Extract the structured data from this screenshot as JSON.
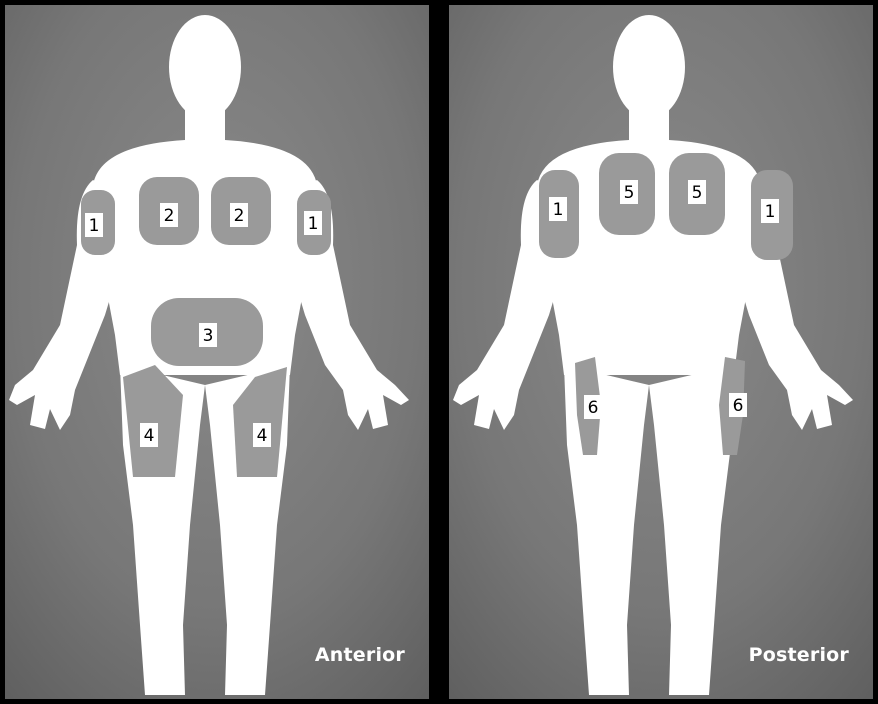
{
  "views": {
    "anterior": {
      "label": "Anterior",
      "sites": [
        {
          "num": "1"
        },
        {
          "num": "2"
        },
        {
          "num": "2"
        },
        {
          "num": "1"
        },
        {
          "num": "3"
        },
        {
          "num": "4"
        },
        {
          "num": "4"
        }
      ]
    },
    "posterior": {
      "label": "Posterior",
      "sites": [
        {
          "num": "1"
        },
        {
          "num": "5"
        },
        {
          "num": "5"
        },
        {
          "num": "1"
        },
        {
          "num": "6"
        },
        {
          "num": "6"
        }
      ]
    }
  },
  "colors": {
    "background": "#777777",
    "body": "#ffffff",
    "site_area": "#9a9a9a",
    "label_box": "#ffffff",
    "divider": "#000000"
  }
}
